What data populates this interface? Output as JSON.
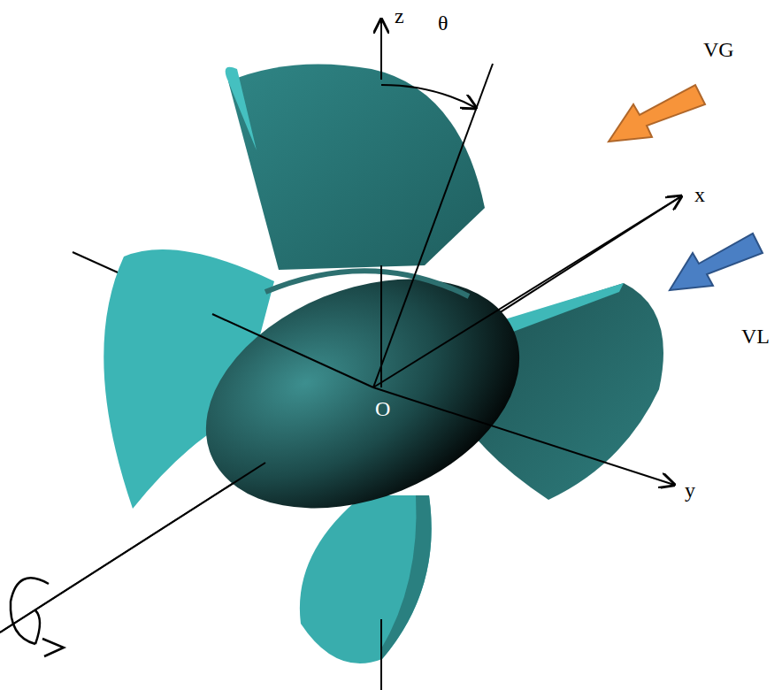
{
  "diagram": {
    "labels": [
      "z",
      "θ",
      "x",
      "y",
      "O",
      "VG",
      "VL"
    ]
  }
}
